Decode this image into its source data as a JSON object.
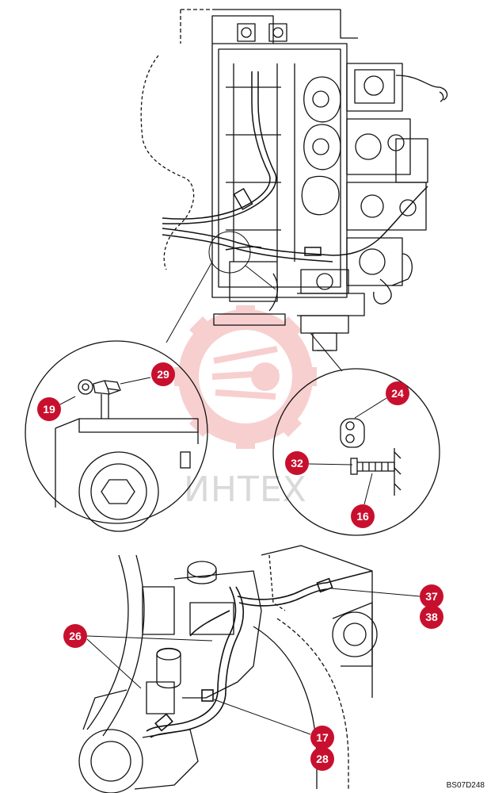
{
  "watermark": {
    "text": "ИНТЕХ",
    "color": "#f3b8b8"
  },
  "figure_code": "BS07D248",
  "callout_color": "#c8102e",
  "callouts": {
    "c19": "19",
    "c29": "29",
    "c24": "24",
    "c32": "32",
    "c16": "16",
    "c37": "37",
    "c38": "38",
    "c26": "26",
    "c17": "17",
    "c28": "28"
  }
}
